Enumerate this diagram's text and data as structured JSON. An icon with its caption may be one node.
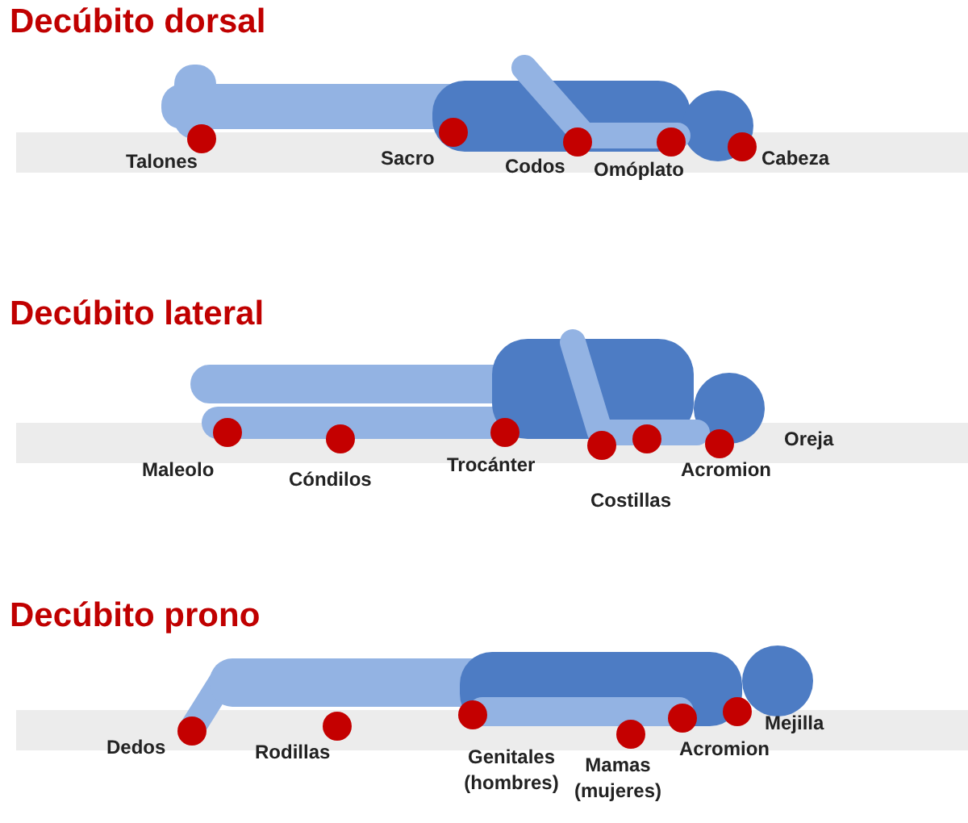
{
  "diagram": {
    "labels": [
      "Decúbito dorsal",
      "Talones",
      "Sacro",
      "Codos",
      "Omóplato",
      "Cabeza",
      "Decúbito lateral",
      "Maleolo",
      "Cóndilos",
      "Trocánter",
      "Acromion",
      "Oreja",
      "Costillas",
      "Decúbito prono",
      "Dedos",
      "Rodillas",
      "Genitales (hombres)",
      "Mamas (mujeres)",
      "Acromion",
      "Mejilla"
    ]
  }
}
